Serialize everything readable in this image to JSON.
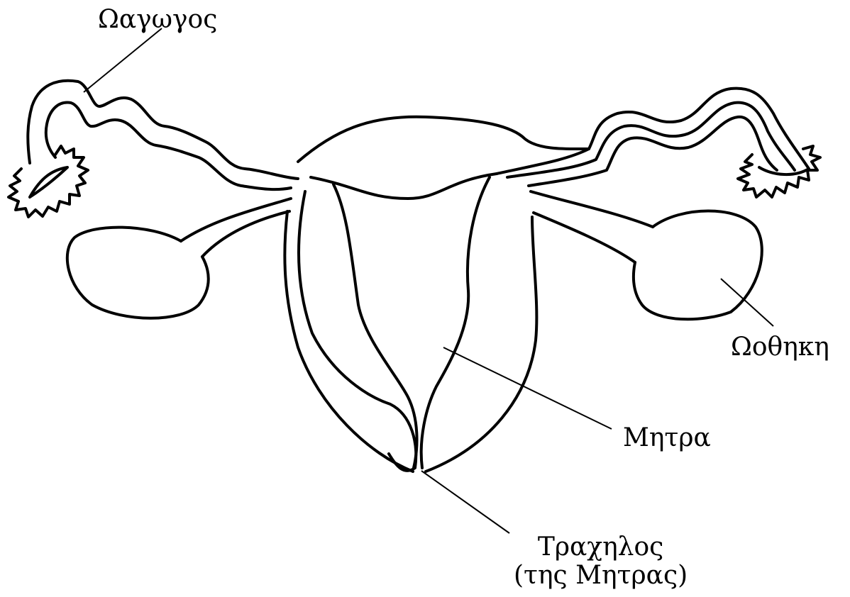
{
  "labels": {
    "oviduct": "Ωαγωγος",
    "ovary": "Ωοθηκη",
    "uterus": "Μητρα",
    "cervix_line1": "Τραχηλος",
    "cervix_line2": "(της Μητρας)"
  },
  "colors": {
    "background": "#ffffff",
    "line": "#000000"
  }
}
